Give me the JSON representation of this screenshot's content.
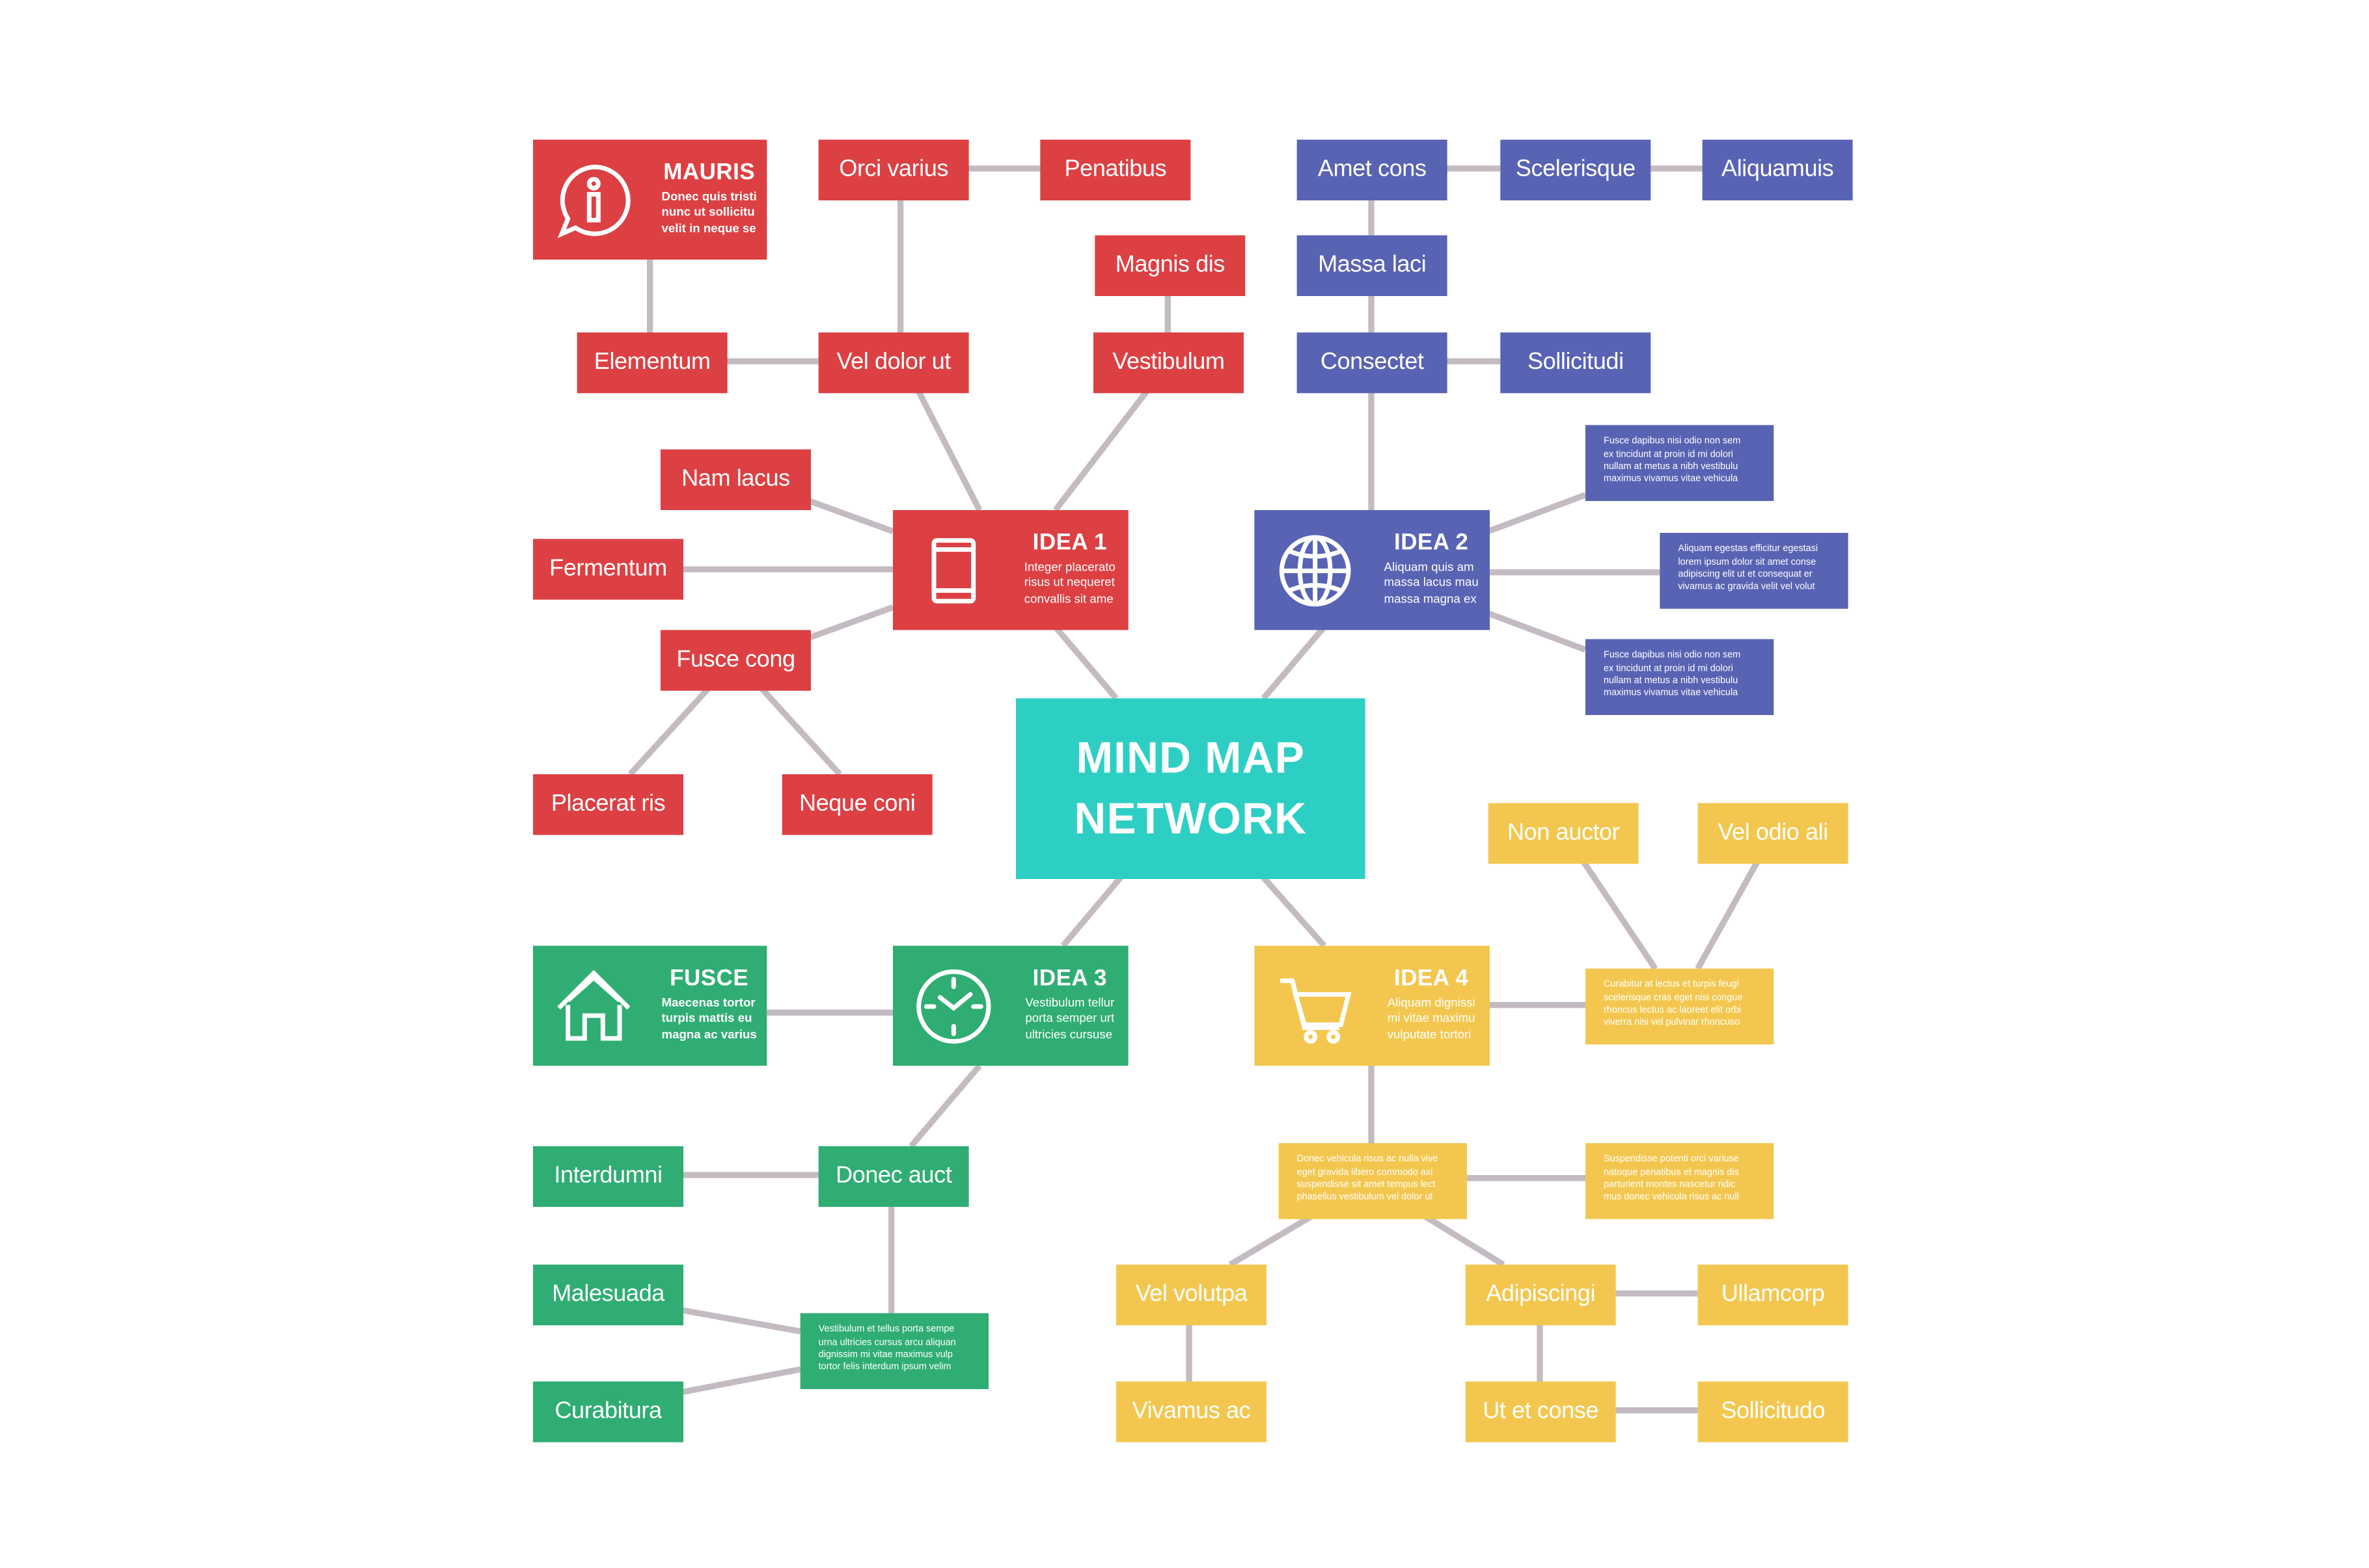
{
  "center": {
    "line1": "MIND MAP",
    "line2": "NETWORK",
    "color": "#2dcfc4"
  },
  "colors": {
    "red": "#dc4043",
    "blue": "#5863b3",
    "green": "#2fad73",
    "yellow": "#f3c74f",
    "connector": "#c4bbc2"
  },
  "idea1": {
    "title": "IDEA 1",
    "icon": "smartphone-icon",
    "desc": [
      "Integer placerato",
      "risus ut nequeret",
      "convallis sit ame"
    ],
    "mauris": {
      "title": "MAURIS",
      "icon": "info-speech-bubble-icon",
      "desc": [
        "Donec quis tristi",
        "nunc ut sollicitu",
        "velit in neque se"
      ]
    },
    "labels": {
      "orci_varius": "Orci varius",
      "penatibus": "Penatibus",
      "magnis_dis": "Magnis dis",
      "elementum": "Elementum",
      "vel_dolor_ut": "Vel dolor ut",
      "vestibulum": "Vestibulum",
      "nam_lacus": "Nam lacus",
      "fermentum": "Fermentum",
      "fusce_cong": "Fusce cong",
      "placerat_ris": "Placerat ris",
      "neque_coni": "Neque coni"
    }
  },
  "idea2": {
    "title": "IDEA 2",
    "icon": "globe-icon",
    "desc": [
      "Aliquam quis am",
      "massa lacus mau",
      "massa magna ex"
    ],
    "labels": {
      "amet_cons": "Amet cons",
      "scelerisque": "Scelerisque",
      "aliquamuis": "Aliquamuis",
      "massa_laci": "Massa laci",
      "consectet": "Consectet",
      "sollicitudi": "Sollicitudi"
    },
    "notes": [
      [
        "Fusce dapibus nisi odio non sem",
        "ex tincidunt at proin id mi dolori",
        "nullam at metus a nibh vestibulu",
        "maximus vivamus vitae vehicula"
      ],
      [
        "Aliquam egestas efficitur egestasi",
        "lorem ipsum dolor sit amet conse",
        "adipiscing elit ut et consequat er",
        "vivamus ac gravida velit vel volut"
      ],
      [
        "Fusce dapibus nisi odio non sem",
        "ex tincidunt at proin id mi dolori",
        "nullam at metus a nibh vestibulu",
        "maximus vivamus vitae vehicula"
      ]
    ]
  },
  "idea3": {
    "title": "IDEA 3",
    "icon": "clock-icon",
    "desc": [
      "Vestibulum tellur",
      "porta semper urt",
      "ultricies cursuse"
    ],
    "fusce": {
      "title": "FUSCE",
      "icon": "house-icon",
      "desc": [
        "Maecenas tortor",
        "turpis mattis eu",
        "magna ac varius"
      ]
    },
    "labels": {
      "donec_auct": "Donec auct",
      "interdumni": "Interdumni",
      "malesuada": "Malesuada",
      "curabitura": "Curabitura"
    },
    "note": [
      "Vestibulum et tellus porta sempe",
      "urna ultricies cursus arcu aliquan",
      "dignissim mi vitae maximus vulp",
      "tortor felis interdum ipsum velim"
    ]
  },
  "idea4": {
    "title": "IDEA 4",
    "icon": "shopping-cart-icon",
    "desc": [
      "Aliquam dignissi",
      "mi vitae maximu",
      "vulputate tortori"
    ],
    "labels": {
      "non_auctor": "Non auctor",
      "vel_odio_ali": "Vel odio ali",
      "vel_volutpa": "Vel volutpa",
      "vivamus_ac": "Vivamus ac",
      "adipiscingi": "Adipiscingi",
      "ullamcorp": "Ullamcorp",
      "ut_et_conse": "Ut et conse",
      "sollicitudo": "Sollicitudo"
    },
    "notes": {
      "curabitur": [
        "Curabitur at lectus et turpis feugi",
        "scelerisque cras eget nisi congue",
        "rhoncus lectus ac laoreet elit orbi",
        "viverra nisi vel pulvinar rhoncuso"
      ],
      "donec": [
        "Donec vehicula risus ac nulla vive",
        "eget gravida libero commodo axi",
        "suspendisse sit amet tempus lect",
        "phasellus vestibulum vel dolor ut"
      ],
      "suspendisse": [
        "Suspendisse potenti orci variuse",
        "natoque penatibus et magnis dis",
        "parturient montes nascetur ridic",
        "mus donec vehicula risus ac null"
      ]
    }
  }
}
